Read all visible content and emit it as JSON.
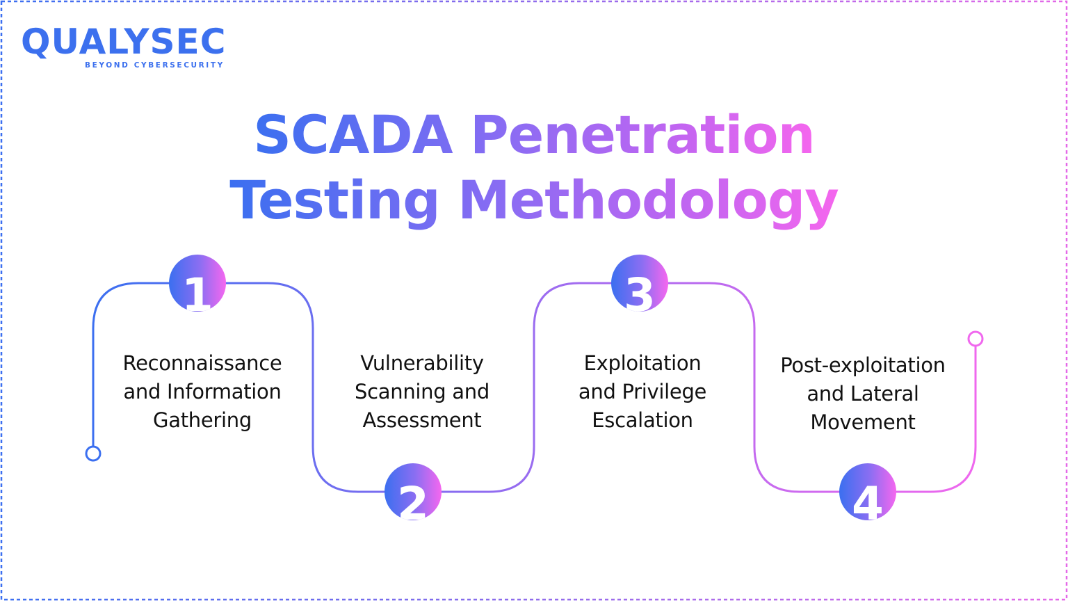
{
  "brand": {
    "name": "QUALYSEC",
    "tagline": "BEYOND CYBERSECURITY",
    "primary_color": "#3c70ee"
  },
  "title": {
    "line1": "SCADA Penetration",
    "line2": "Testing Methodology",
    "gradient_start": "#3b6ff0",
    "gradient_end": "#f566ee"
  },
  "steps": [
    {
      "number": "1",
      "label_lines": [
        "Reconnaissance",
        "and Information",
        "Gathering"
      ]
    },
    {
      "number": "2",
      "label_lines": [
        "Vulnerability",
        "Scanning and",
        "Assessment"
      ]
    },
    {
      "number": "3",
      "label_lines": [
        "Exploitation",
        "and Privilege",
        "Escalation"
      ]
    },
    {
      "number": "4",
      "label_lines": [
        "Post-exploitation",
        "and Lateral",
        "Movement"
      ]
    }
  ],
  "colors": {
    "line_start": "#3b6ff0",
    "line_end": "#f068ee",
    "border_start": "#3b6ff0",
    "border_end": "#e469e8"
  }
}
